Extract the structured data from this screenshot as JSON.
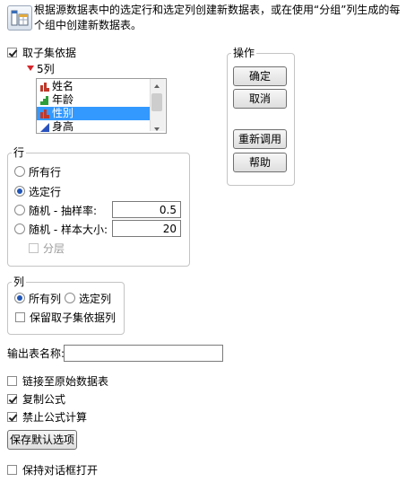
{
  "header": {
    "description": "根据源数据表中的选定行和选定列创建新数据表，或在使用“分组”列生成的每个组中创建新数据表。"
  },
  "subset_by": {
    "label": "取子集依据",
    "checked": true,
    "columns_label": "5列",
    "columns": [
      {
        "name": "姓名",
        "icon": "nominal-bar-icon",
        "color": "#c0392b"
      },
      {
        "name": "年龄",
        "icon": "ordinal-bar-icon",
        "color": "#2e9e3a"
      },
      {
        "name": "性别",
        "icon": "nominal-bar-icon",
        "color": "#c0392b",
        "selected": true
      },
      {
        "name": "身高",
        "icon": "continuous-triangle-icon",
        "color": "#2a52be"
      }
    ]
  },
  "actions": {
    "title": "操作",
    "ok": "确定",
    "cancel": "取消",
    "recall": "重新调用",
    "help": "帮助"
  },
  "rows": {
    "title": "行",
    "all_rows": "所有行",
    "selected_rows": "选定行",
    "random_rate": "随机 - 抽样率:",
    "random_rate_value": "0.5",
    "random_size": "随机 - 样本大小:",
    "random_size_value": "20",
    "stratify": "分层",
    "selected_option": "selected_rows"
  },
  "columns_group": {
    "title": "列",
    "all_columns": "所有列",
    "selected_columns": "选定列",
    "keep_by_columns": "保留取子集依据列",
    "selected_option": "all_columns"
  },
  "output": {
    "label": "输出表名称:",
    "value": ""
  },
  "options": {
    "link_to_original": "链接至原始数据表",
    "copy_formula": "复制公式",
    "suppress_formula_eval": "禁止公式计算",
    "save_options": "保存默认选项",
    "keep_dialog_open": "保持对话框打开"
  }
}
